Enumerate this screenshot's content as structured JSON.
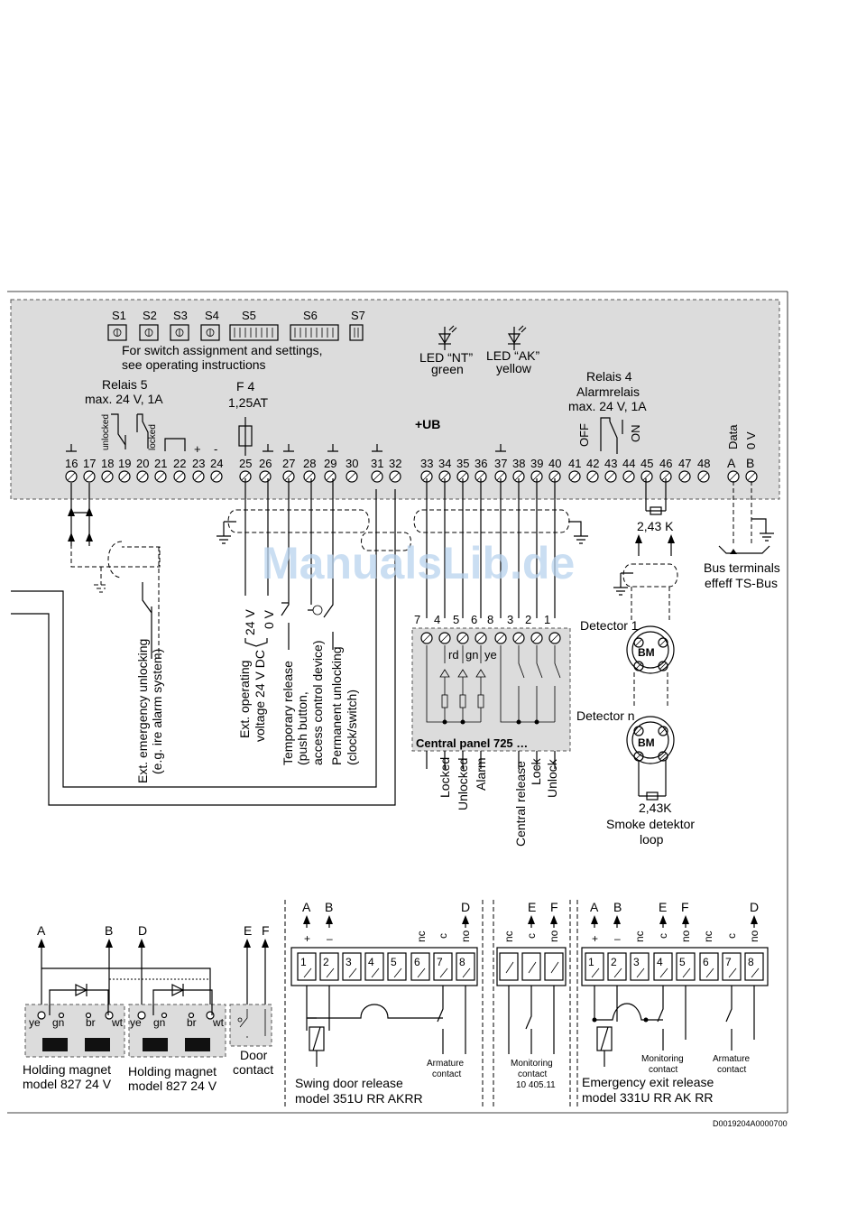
{
  "switches": {
    "labels": [
      "S1",
      "S2",
      "S3",
      "S4",
      "S5",
      "S6",
      "S7"
    ],
    "note_line1": "For switch assignment and settings,",
    "note_line2": "see operating instructions"
  },
  "leds": {
    "nt_line1": "LED “NT”",
    "nt_line2": "green",
    "ak_line1": "LED “AK”",
    "ak_line2": "yellow"
  },
  "relais5": {
    "line1": "Relais 5",
    "line2": "max. 24 V, 1A",
    "unlocked": "unlocked",
    "locked": "locked"
  },
  "fuse": {
    "line1": "F 4",
    "line2": "1,25AT"
  },
  "ub_label": "+UB",
  "relais4": {
    "line1": "Relais 4",
    "line2": "Alarmrelais",
    "line3": "max. 24 V, 1A",
    "off": "OFF",
    "on": "ON"
  },
  "data_labels": {
    "data": "Data",
    "zero_v": "0 V",
    "a": "A",
    "b": "B"
  },
  "terminals": {
    "group1": [
      "16",
      "17",
      "18",
      "19",
      "20",
      "21",
      "22",
      "23",
      "24"
    ],
    "group2": [
      "25",
      "26",
      "27",
      "28",
      "29",
      "30",
      "31",
      "32"
    ],
    "group3": [
      "33",
      "34",
      "35",
      "36",
      "37",
      "38",
      "39",
      "40"
    ],
    "group4": [
      "41",
      "42",
      "43",
      "44",
      "45",
      "46",
      "47",
      "48"
    ],
    "plus": "+",
    "minus": "-"
  },
  "resistor_label": "2,43 K",
  "bus_terminals": {
    "line1": "Bus terminals",
    "line2": "effeff TS-Bus"
  },
  "voltage": {
    "v24": "24 V",
    "v0": "0 V"
  },
  "vertical_labels": {
    "ext_emergency_1": "Ext. emergency unlocking",
    "ext_emergency_2": "(e.g. ire alarm system)",
    "ext_operating_1": "Ext. operating",
    "ext_operating_2": "voltage 24 V DC",
    "temp_release_1": "Temporary release",
    "temp_release_2": "(push button,",
    "temp_release_3": "access control device)",
    "perm_unlock_1": "Permanent unlocking",
    "perm_unlock_2": "(clock/switch)",
    "locked": "Locked",
    "unlocked": "Unlocked",
    "alarm": "Alarm",
    "central_release": "Central release",
    "lock": "Lock",
    "unlock": "Unlock"
  },
  "central_panel": {
    "title": "Central panel 725 …",
    "terminals": [
      "7",
      "4",
      "5",
      "6",
      "8",
      "3",
      "2",
      "1"
    ],
    "colors": [
      "rd",
      "gn",
      "ye"
    ]
  },
  "detectors": {
    "detector1": "Detector 1",
    "detector_n": "Detector n",
    "bm": "BM",
    "resistor": "2,43K",
    "loop_line1": "Smoke detektor",
    "loop_line2": "loop"
  },
  "holding_magnet": {
    "label_line1": "Holding magnet",
    "label_line2": "model 827 24 V",
    "wires": [
      "ye",
      "gn",
      "br",
      "wt"
    ],
    "top_letters": [
      "A",
      "B",
      "D"
    ]
  },
  "door_contact": {
    "line1": "Door",
    "line2": "contact",
    "letters": [
      "E",
      "F"
    ]
  },
  "swing_door": {
    "letters": [
      "A",
      "B",
      "D"
    ],
    "signs": [
      "+",
      "–"
    ],
    "nc": "nc",
    "c": "c",
    "no": "no",
    "terminals": [
      "1",
      "2",
      "3",
      "4",
      "5",
      "6",
      "7",
      "8"
    ],
    "armature_1": "Armature",
    "armature_2": "contact",
    "label_line1": "Swing door release",
    "label_line2": "model 351U RR AKRR"
  },
  "monitoring": {
    "letters": [
      "E",
      "F"
    ],
    "nc": "nc",
    "c": "c",
    "no": "no",
    "line1": "Monitoring",
    "line2": "contact",
    "line3": "10 405.11"
  },
  "emergency_exit": {
    "letters": [
      "A",
      "B",
      "E",
      "F",
      "D"
    ],
    "signs": [
      "+",
      "–"
    ],
    "nc": "nc",
    "c": "c",
    "no": "no",
    "terminals": [
      "1",
      "2",
      "3",
      "4",
      "5",
      "6",
      "7",
      "8"
    ],
    "monitoring_1": "Monitoring",
    "monitoring_2": "contact",
    "armature_1": "Armature",
    "armature_2": "contact",
    "label_line1": "Emergency exit release",
    "label_line2": "model 331U RR AK RR"
  },
  "doc_code": "D0019204A0000700",
  "watermark": "ManualsLib.de"
}
